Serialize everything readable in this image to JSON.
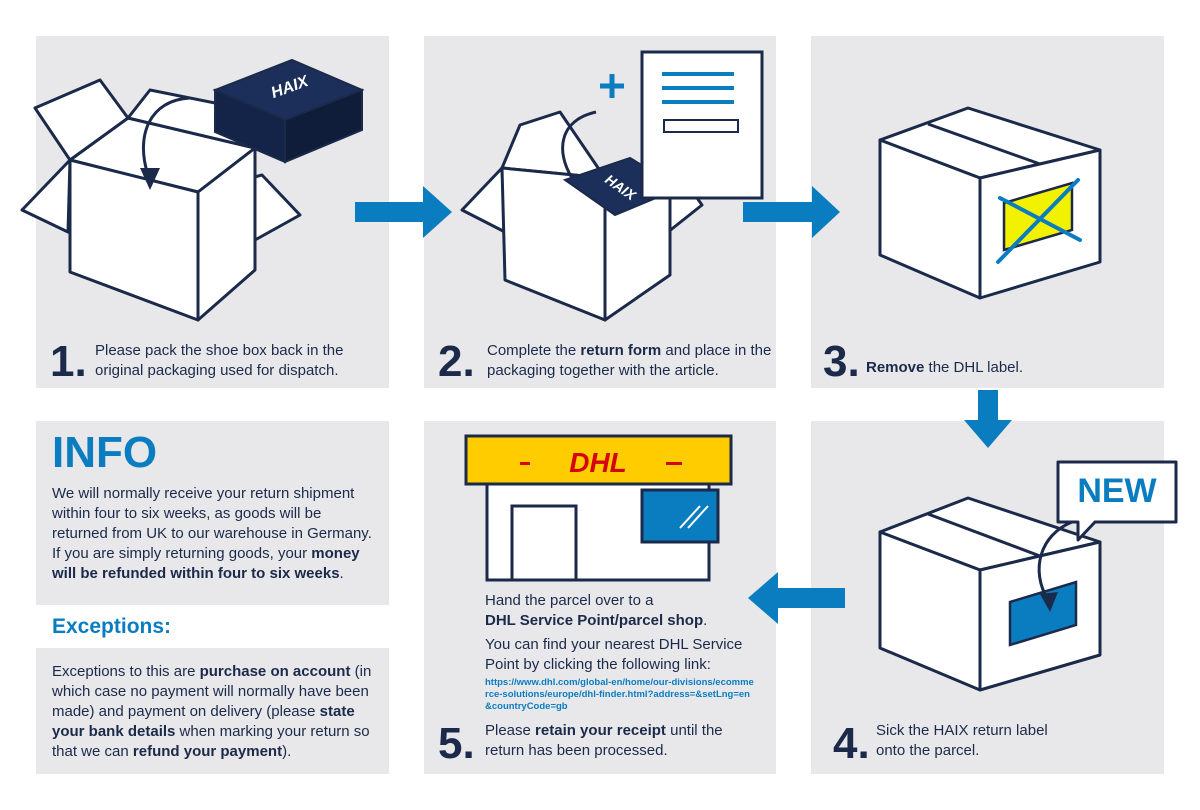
{
  "steps": [
    {
      "number": "1.",
      "pre": "Please pack the shoe box back in the original packaging used for dispatch.",
      "bold": "",
      "post": ""
    },
    {
      "number": "2.",
      "pre": "Complete the ",
      "bold": "return form",
      "post": " and place in the packaging together with the article."
    },
    {
      "number": "3.",
      "pre": "",
      "bold": "Remove",
      "post": " the DHL label."
    },
    {
      "number": "4.",
      "pre": "Sick the HAIX return label onto the parcel.",
      "bold": "",
      "post": ""
    },
    {
      "number": "5.",
      "pre": "Please ",
      "bold": "retain your receipt",
      "post": " until the return has been processed."
    }
  ],
  "box_brand": "HAIX",
  "new_label": "NEW",
  "dhl_logo": "DHL",
  "step5": {
    "hand_pre": "Hand the parcel over to a",
    "hand_bold": "DHL Service Point/parcel shop",
    "hand_post": ".",
    "find_text": "You can find your nearest DHL Service Point by clicking the following link:",
    "link_url": "https://www.dhl.com/global-en/home/our-divisions/ecommerce-solutions/europe/dhl-finder.html?address=&setLng=en&countryCode=gb"
  },
  "info": {
    "title": "INFO",
    "body_pre": "We will normally receive your return shipment within four to six weeks, as goods will be returned from UK to our warehouse in Germany. If you are simply returning goods, your ",
    "body_bold": "money will be refunded within four to six weeks",
    "body_post": "."
  },
  "exceptions": {
    "title": "Exceptions:",
    "p1": "Exceptions to this are ",
    "b1": "purchase on account",
    "p2": " (in which case no payment will normally have been made) and payment on delivery (please ",
    "b2": "state your bank details",
    "p3": " when marking your return so that we can ",
    "b3": "refund your payment",
    "p4": ")."
  },
  "colors": {
    "navy": "#1b2a4a",
    "blue": "#0a7dc1",
    "panel": "#e8e8ea",
    "dhl_yellow": "#ffcc00",
    "dhl_red": "#d40511",
    "label_yellow": "#f2f200"
  }
}
